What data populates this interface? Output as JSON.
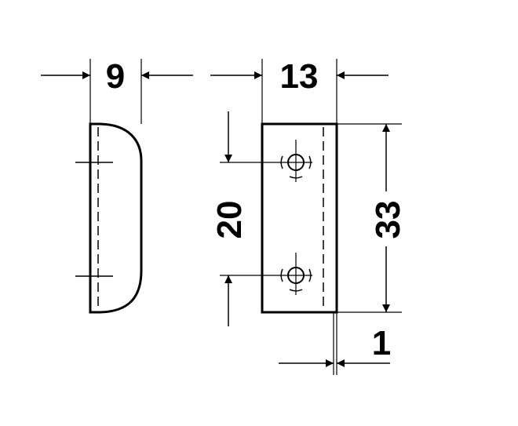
{
  "dimensions": {
    "side_width": "9",
    "front_width": "13",
    "hole_spacing": "20",
    "height": "33",
    "thickness": "1"
  },
  "colors": {
    "line": "#000000",
    "background": "#ffffff"
  }
}
